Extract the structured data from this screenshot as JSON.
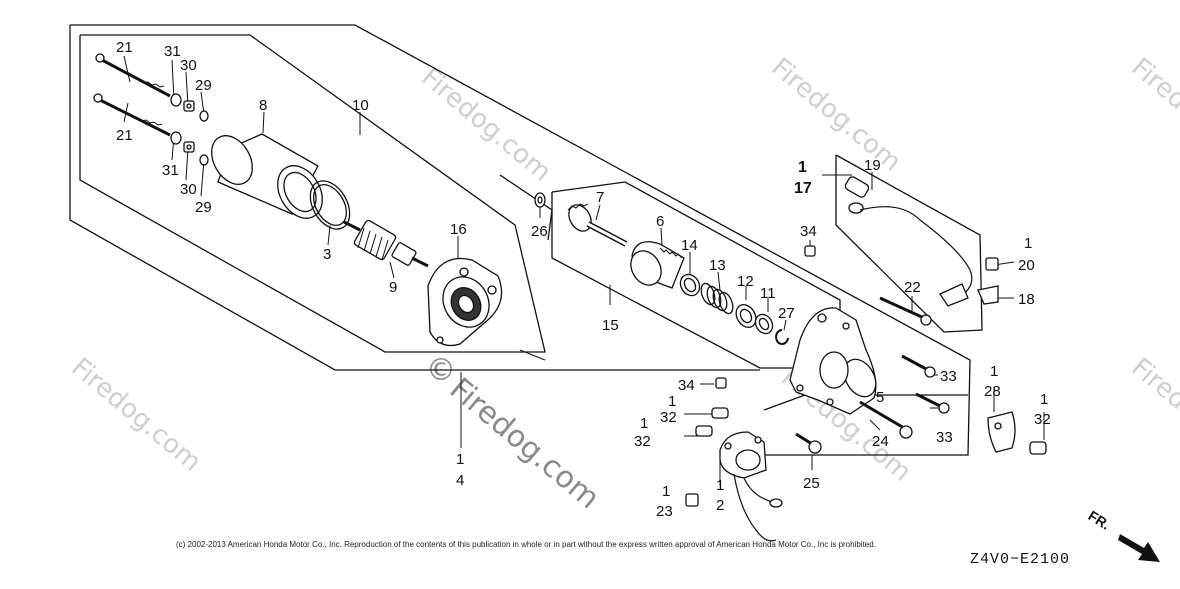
{
  "diagram": {
    "code": "Z4V0−E2100",
    "copyright": "(c) 2002-2013 American Honda Motor Co., Inc. Reproduction of the contents of this publication in whole or in part without the express written approval of American Honda Motor Co., Inc is prohibited.",
    "direction_label": "FR.",
    "watermark_text": "Firedog.com",
    "watermark_symbol": "©"
  },
  "callouts": {
    "c21a": "21",
    "c31a": "31",
    "c30a": "30",
    "c29a": "29",
    "c21b": "21",
    "c31b": "31",
    "c30b": "30",
    "c29b": "29",
    "c8": "8",
    "c10": "10",
    "c3": "3",
    "c9": "9",
    "c16": "16",
    "c26": "26",
    "c7": "7",
    "c6": "6",
    "c14": "14",
    "c13": "13",
    "c12": "12",
    "c11": "11",
    "c27": "27",
    "c15": "15",
    "c1_17a": "1",
    "c1_17b": "17",
    "c19": "19",
    "c34a": "34",
    "c1_20a": "1",
    "c1_20b": "20",
    "c22": "22",
    "c18": "18",
    "c33a": "33",
    "c33b": "33",
    "c5": "5",
    "c24": "24",
    "c25": "25",
    "c34b": "34",
    "c1_32a": "1",
    "c32a": "32",
    "c1_32b": "1",
    "c32b": "32",
    "c1_2a": "1",
    "c2": "2",
    "c1_23a": "1",
    "c23": "23",
    "c1_28a": "1",
    "c28": "28",
    "c1_32c": "1",
    "c32c": "32",
    "c1_4a": "1",
    "c4": "4"
  }
}
